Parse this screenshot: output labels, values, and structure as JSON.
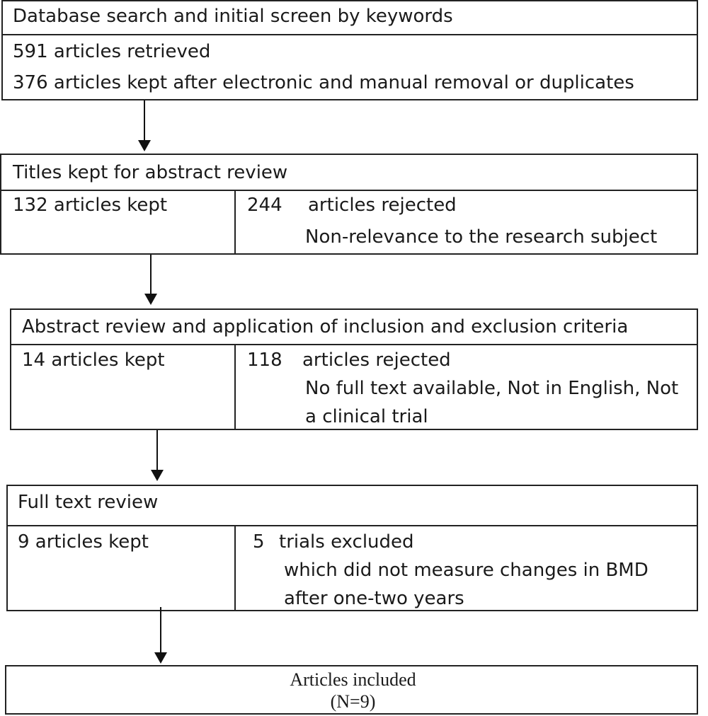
{
  "box1": {
    "title": "Database search and initial screen by keywords",
    "line1": "591  articles retrieved",
    "line2": "376  articles kept after electronic and manual removal or duplicates"
  },
  "box2": {
    "title": "Titles kept for abstract review",
    "kept": "132 articles kept",
    "rejected_count": "244",
    "rejected_label": "articles rejected",
    "reason": "Non-relevance to the research subject"
  },
  "box3": {
    "title": "Abstract review and application of inclusion and exclusion criteria",
    "kept": "14 articles kept",
    "rejected_count": "118",
    "rejected_label": "articles rejected",
    "reason_line1": "No full text available, Not in English, Not",
    "reason_line2": "a clinical trial"
  },
  "box4": {
    "title": "Full text review",
    "kept": "9 articles kept",
    "excluded_count": "5",
    "excluded_label": "trials excluded",
    "reason_line1": "which did not measure changes in BMD",
    "reason_line2": "after one-two years"
  },
  "box5": {
    "title": "Articles included",
    "count": "(N=9)"
  }
}
